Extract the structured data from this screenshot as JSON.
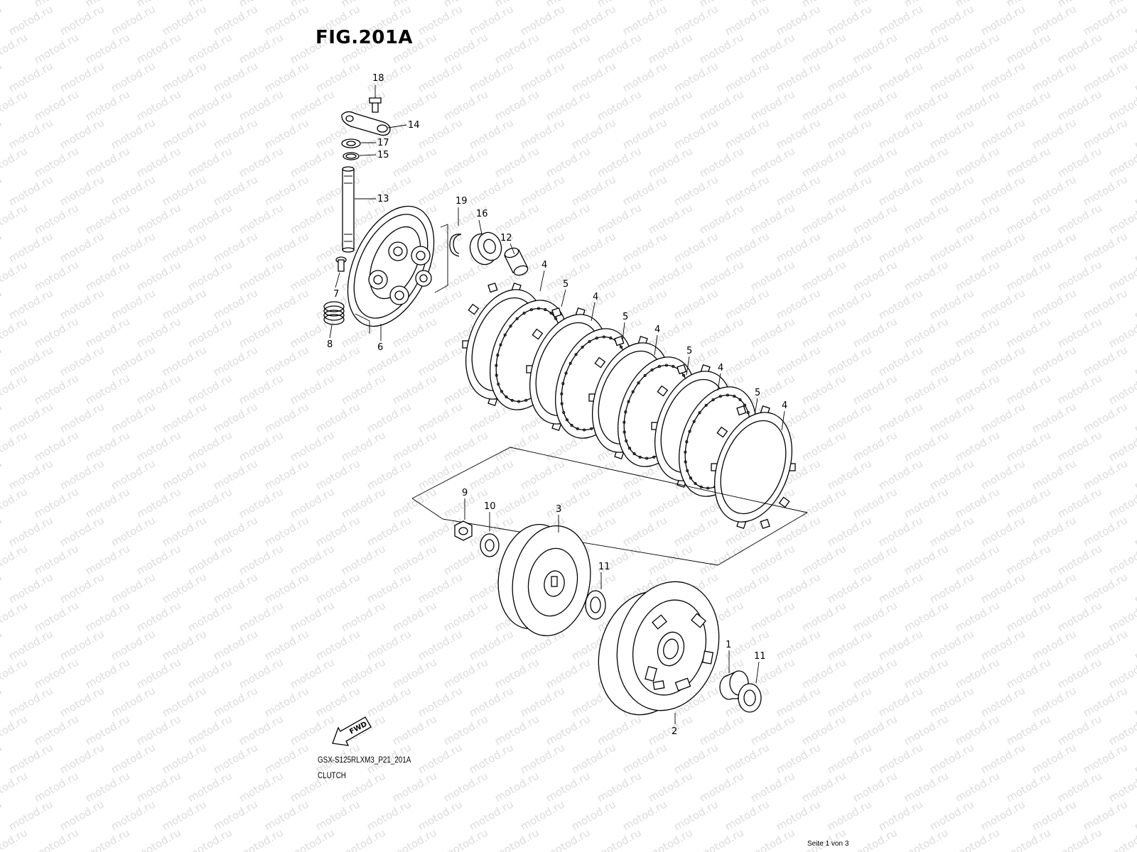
{
  "figure": {
    "title": "FIG.201A",
    "model_code": "GSX-S125RLXM3_P21_201A",
    "subtitle": "CLUTCH",
    "page_info": "Seite 1 von 3",
    "watermark": "motod.ru",
    "fwd_label": "FWD"
  },
  "callouts": [
    {
      "id": "c18",
      "label": "18"
    },
    {
      "id": "c14",
      "label": "14"
    },
    {
      "id": "c17",
      "label": "17"
    },
    {
      "id": "c15",
      "label": "15"
    },
    {
      "id": "c13",
      "label": "13"
    },
    {
      "id": "c19",
      "label": "19"
    },
    {
      "id": "c16",
      "label": "16"
    },
    {
      "id": "c12",
      "label": "12"
    },
    {
      "id": "c7",
      "label": "7"
    },
    {
      "id": "c8",
      "label": "8"
    },
    {
      "id": "c6",
      "label": "6"
    },
    {
      "id": "c4a",
      "label": "4"
    },
    {
      "id": "c5a",
      "label": "5"
    },
    {
      "id": "c4b",
      "label": "4"
    },
    {
      "id": "c5b",
      "label": "5"
    },
    {
      "id": "c4c",
      "label": "4"
    },
    {
      "id": "c5c",
      "label": "5"
    },
    {
      "id": "c4d",
      "label": "4"
    },
    {
      "id": "c5d",
      "label": "5"
    },
    {
      "id": "c4e",
      "label": "4"
    },
    {
      "id": "c9",
      "label": "9"
    },
    {
      "id": "c10",
      "label": "10"
    },
    {
      "id": "c3",
      "label": "3"
    },
    {
      "id": "c11a",
      "label": "11"
    },
    {
      "id": "c1",
      "label": "1"
    },
    {
      "id": "c11b",
      "label": "11"
    },
    {
      "id": "c2",
      "label": "2"
    }
  ]
}
